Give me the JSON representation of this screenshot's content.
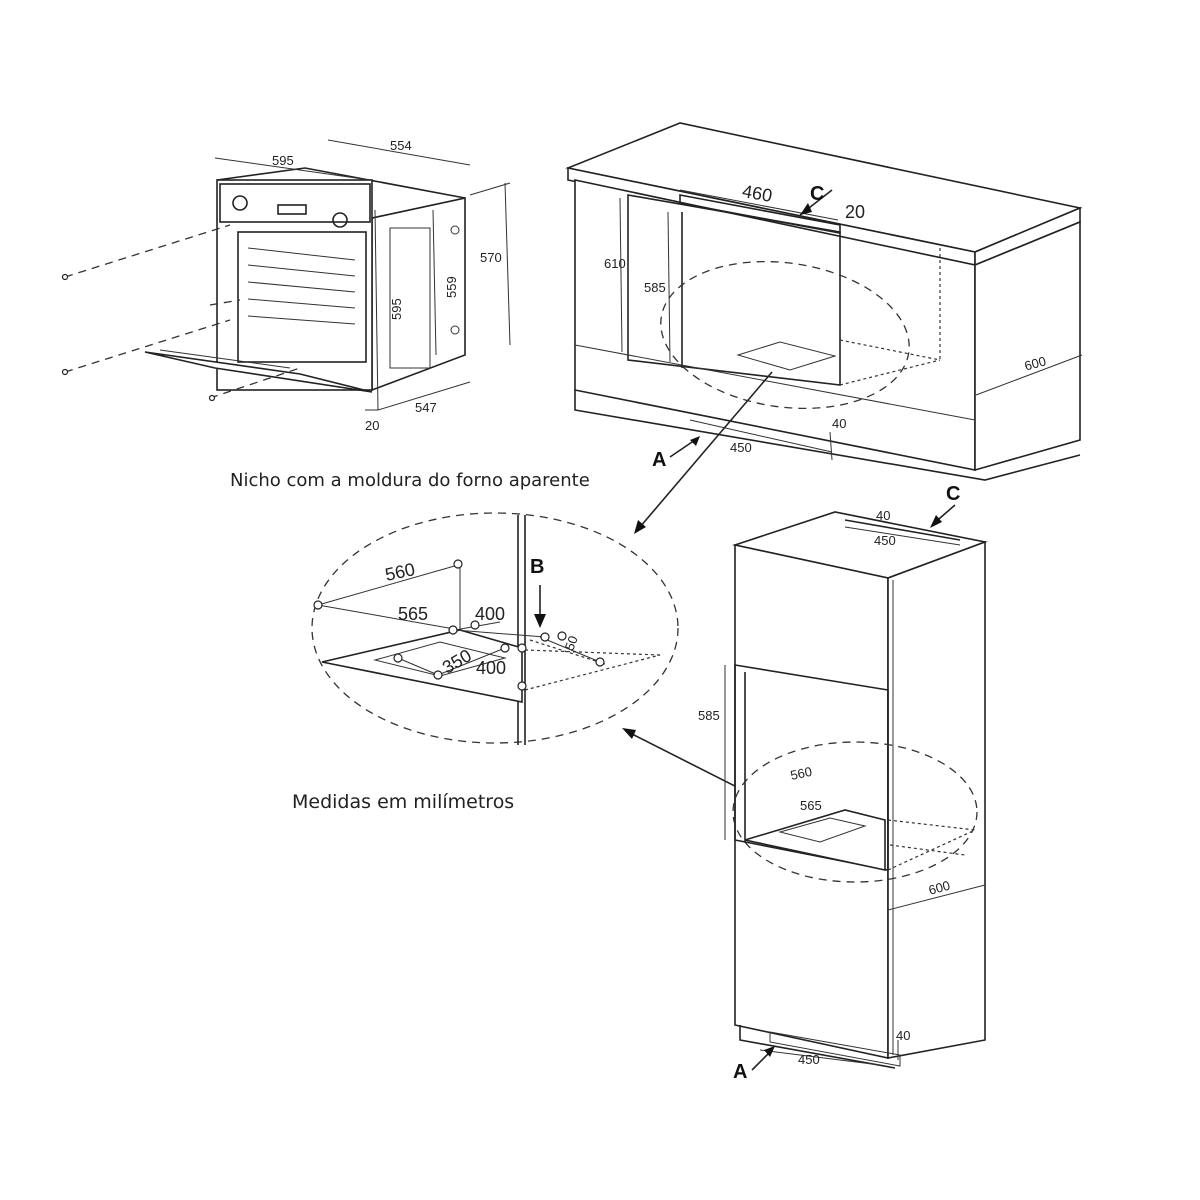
{
  "captions": {
    "niche": "Nicho com a moldura do forno aparente",
    "units": "Medidas em milímetros"
  },
  "oven": {
    "dims": {
      "d554": "554",
      "d595_w": "595",
      "d570": "570",
      "d559": "559",
      "d595_h": "595",
      "d547": "547",
      "d20": "20"
    }
  },
  "cabinet_under": {
    "dims": {
      "d460": "460",
      "d20": "20",
      "d610": "610",
      "d585": "585",
      "d600": "600",
      "d40": "40",
      "d450": "450"
    },
    "labels": {
      "a": "A",
      "c": "C"
    }
  },
  "detail": {
    "dims": {
      "d560": "560",
      "d565": "565",
      "d400_top": "400",
      "d350": "350",
      "d400_bottom": "400",
      "d50": "50"
    },
    "labels": {
      "b": "B"
    }
  },
  "cabinet_tall": {
    "dims": {
      "d40_top": "40",
      "d450_top": "450",
      "d585": "585",
      "d560": "560",
      "d565": "565",
      "d600": "600",
      "d40_bottom": "40",
      "d450_bottom": "450"
    },
    "labels": {
      "a": "A",
      "c": "C"
    }
  }
}
